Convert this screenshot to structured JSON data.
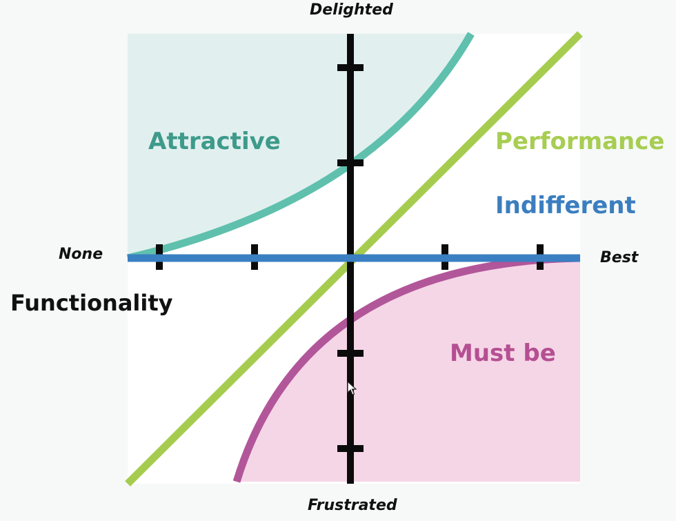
{
  "diagram": {
    "title": "",
    "axis_labels": {
      "top": "Delighted",
      "bottom": "Frustrated",
      "left": "None",
      "right": "Best",
      "horizontal_axis_title": "Functionality"
    },
    "zones": [
      {
        "id": "attractive",
        "label": "Attractive",
        "color": "#3e9a8a",
        "line_color": "#5fc0ad",
        "fill_color": "#e1f0ef"
      },
      {
        "id": "performance",
        "label": "Performance",
        "color": "#a7cd51",
        "line_color": "#a6cc4f"
      },
      {
        "id": "indifferent",
        "label": "Indifferent",
        "color": "#3b7ebf",
        "line_color": "#3a7fc2"
      },
      {
        "id": "must_be",
        "label": "Must be",
        "color": "#b54f92",
        "line_color": "#b2569a",
        "fill_color": "#f5d6e7"
      }
    ],
    "axis_color": "#0b0b0b",
    "plot_background": "#ffffff"
  },
  "pointer": {
    "icon": "mouse-pointer-icon"
  }
}
